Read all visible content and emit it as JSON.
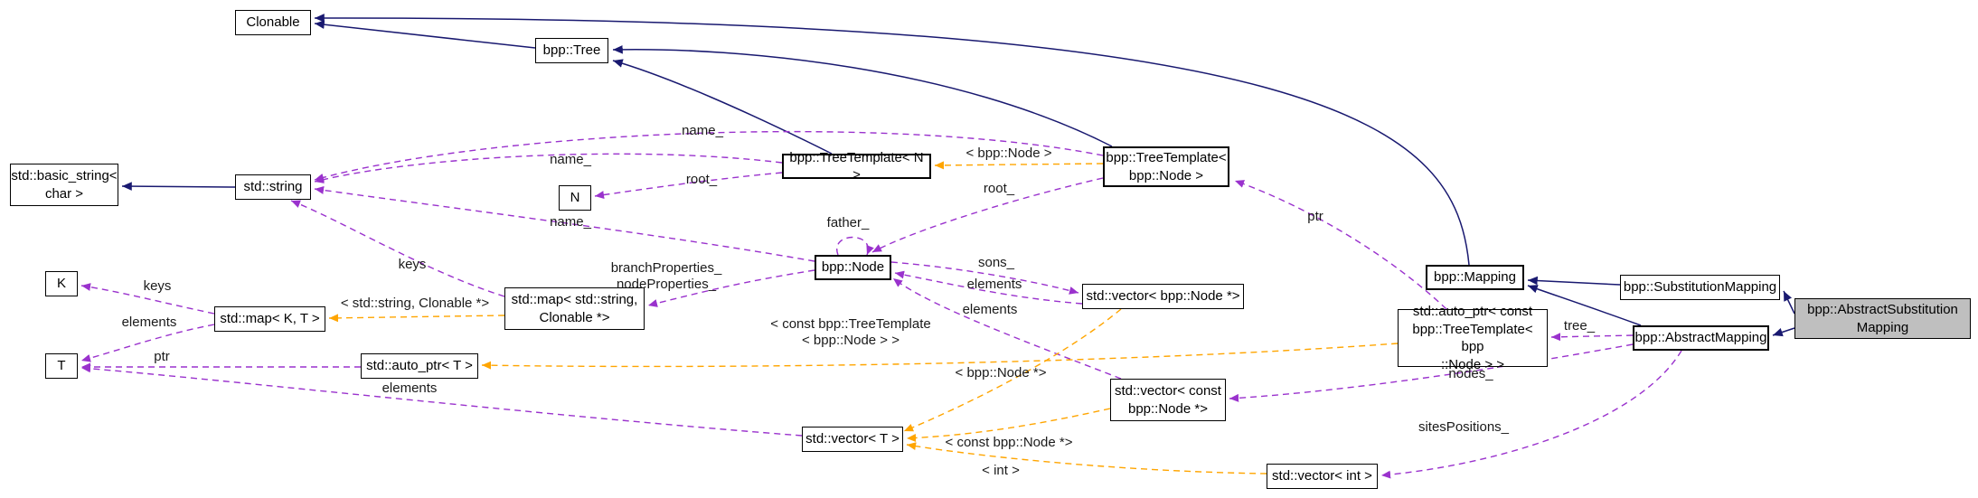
{
  "diagram": {
    "kind": "doxygen-collaboration-graph",
    "main_class": "bpp::AbstractSubstitutionMapping"
  },
  "colors": {
    "inheritance_edge": "#191970",
    "usage_edge": "#9a32cd",
    "template_edge": "#ffa500",
    "node_border": "#000000",
    "node_background": "#ffffff",
    "main_node_background": "#bfbfbf"
  },
  "nodes": [
    {
      "id": "clonable",
      "label": "Clonable"
    },
    {
      "id": "tree",
      "label": "bpp::Tree"
    },
    {
      "id": "basic-string",
      "label": "std::basic_string<\nchar >"
    },
    {
      "id": "string",
      "label": "std::string"
    },
    {
      "id": "treetemplate-n",
      "label": "bpp::TreeTemplate< N >"
    },
    {
      "id": "n",
      "label": "N"
    },
    {
      "id": "treetemplate-node",
      "label": "bpp::TreeTemplate<\nbpp::Node >"
    },
    {
      "id": "node",
      "label": "bpp::Node"
    },
    {
      "id": "k",
      "label": "K"
    },
    {
      "id": "map-kt",
      "label": "std::map< K, T >"
    },
    {
      "id": "map-string-clonable",
      "label": "std::map< std::string,\nClonable *>"
    },
    {
      "id": "t",
      "label": "T"
    },
    {
      "id": "auto-ptr-t",
      "label": "std::auto_ptr< T >"
    },
    {
      "id": "vector-node-ptr",
      "label": "std::vector< bpp::Node *>"
    },
    {
      "id": "mapping",
      "label": "bpp::Mapping"
    },
    {
      "id": "substitution-mapping",
      "label": "bpp::SubstitutionMapping"
    },
    {
      "id": "auto-ptr-treetemplate",
      "label": "std::auto_ptr< const\nbpp::TreeTemplate< bpp\n::Node > >"
    },
    {
      "id": "abstract-mapping",
      "label": "bpp::AbstractMapping"
    },
    {
      "id": "abstract-substitution-mapping",
      "label": "bpp::AbstractSubstitution\nMapping"
    },
    {
      "id": "vector-const-node-ptr",
      "label": "std::vector< const\nbpp::Node *>"
    },
    {
      "id": "vector-t",
      "label": "std::vector< T >"
    },
    {
      "id": "vector-int",
      "label": "std::vector< int >"
    }
  ],
  "edges": [
    {
      "from": "bpp::Tree",
      "to": "Clonable",
      "type": "inheritance",
      "label": ""
    },
    {
      "from": "bpp::TreeTemplate< N >",
      "to": "bpp::Tree",
      "type": "inheritance",
      "label": ""
    },
    {
      "from": "bpp::TreeTemplate< bpp::Node >",
      "to": "bpp::Tree",
      "type": "inheritance",
      "label": ""
    },
    {
      "from": "std::string",
      "to": "std::basic_string< char >",
      "type": "inheritance",
      "label": ""
    },
    {
      "from": "bpp::Mapping",
      "to": "Clonable",
      "type": "inheritance",
      "label": ""
    },
    {
      "from": "bpp::SubstitutionMapping",
      "to": "bpp::Mapping",
      "type": "inheritance",
      "label": ""
    },
    {
      "from": "bpp::AbstractMapping",
      "to": "bpp::Mapping",
      "type": "inheritance",
      "label": ""
    },
    {
      "from": "bpp::AbstractSubstitutionMapping",
      "to": "bpp::SubstitutionMapping",
      "type": "inheritance",
      "label": ""
    },
    {
      "from": "bpp::AbstractSubstitutionMapping",
      "to": "bpp::AbstractMapping",
      "type": "inheritance",
      "label": ""
    },
    {
      "from": "bpp::TreeTemplate< bpp::Node >",
      "to": "std::string",
      "type": "usage",
      "label": "name_"
    },
    {
      "from": "bpp::TreeTemplate< N >",
      "to": "std::string",
      "type": "usage",
      "label": "name_"
    },
    {
      "from": "bpp::TreeTemplate< N >",
      "to": "N",
      "type": "usage",
      "label": "root_"
    },
    {
      "from": "bpp::TreeTemplate< bpp::Node >",
      "to": "bpp::Node",
      "type": "usage",
      "label": "root_"
    },
    {
      "from": "bpp::Node",
      "to": "std::string",
      "type": "usage",
      "label": "name_"
    },
    {
      "from": "bpp::Node",
      "to": "bpp::Node",
      "type": "usage",
      "label": "father_"
    },
    {
      "from": "bpp::Node",
      "to": "std::map< std::string, Clonable *>",
      "type": "usage",
      "label": "branchProperties_\nnodeProperties_"
    },
    {
      "from": "bpp::Node",
      "to": "std::vector< bpp::Node *>",
      "type": "usage",
      "label": "sons_"
    },
    {
      "from": "std::vector< bpp::Node *>",
      "to": "bpp::Node",
      "type": "usage",
      "label": "elements"
    },
    {
      "from": "std::vector< const bpp::Node *>",
      "to": "bpp::Node",
      "type": "usage",
      "label": "elements"
    },
    {
      "from": "std::map< std::string, Clonable *>",
      "to": "std::string",
      "type": "usage",
      "label": "keys"
    },
    {
      "from": "std::map< K, T >",
      "to": "K",
      "type": "usage",
      "label": "keys"
    },
    {
      "from": "std::map< K, T >",
      "to": "T",
      "type": "usage",
      "label": "elements"
    },
    {
      "from": "std::auto_ptr< T >",
      "to": "T",
      "type": "usage",
      "label": "ptr"
    },
    {
      "from": "std::auto_ptr< const bpp::TreeTemplate< bpp::Node > >",
      "to": "bpp::TreeTemplate< bpp::Node >",
      "type": "usage",
      "label": "ptr"
    },
    {
      "from": "bpp::AbstractMapping",
      "to": "std::auto_ptr< const bpp::TreeTemplate< bpp::Node > >",
      "type": "usage",
      "label": "tree_"
    },
    {
      "from": "bpp::AbstractMapping",
      "to": "std::vector< const bpp::Node *>",
      "type": "usage",
      "label": "nodes_"
    },
    {
      "from": "std::vector< T >",
      "to": "T",
      "type": "usage",
      "label": "elements"
    },
    {
      "from": "bpp::AbstractMapping",
      "to": "std::vector< int >",
      "type": "usage",
      "label": "sitesPositions_"
    },
    {
      "from": "bpp::TreeTemplate< bpp::Node >",
      "to": "bpp::TreeTemplate< N >",
      "type": "template",
      "label": "< bpp::Node >"
    },
    {
      "from": "std::map< std::string, Clonable *>",
      "to": "std::map< K, T >",
      "type": "template",
      "label": "< std::string, Clonable *>"
    },
    {
      "from": "std::auto_ptr< const bpp::TreeTemplate< bpp::Node > >",
      "to": "std::auto_ptr< T >",
      "type": "template",
      "label": "< const bpp::TreeTemplate\n< bpp::Node > >"
    },
    {
      "from": "std::vector< bpp::Node *>",
      "to": "std::vector< T >",
      "type": "template",
      "label": "< bpp::Node *>"
    },
    {
      "from": "std::vector< const bpp::Node *>",
      "to": "std::vector< T >",
      "type": "template",
      "label": "< const bpp::Node *>"
    },
    {
      "from": "std::vector< int >",
      "to": "std::vector< T >",
      "type": "template",
      "label": "< int >"
    }
  ]
}
